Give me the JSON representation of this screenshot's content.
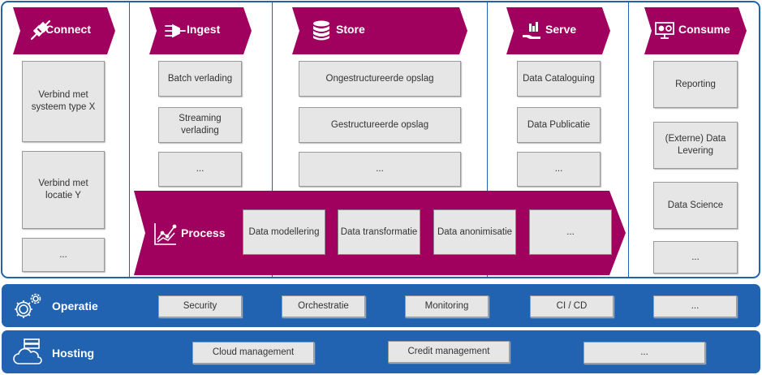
{
  "colors": {
    "accent": "#a0005e",
    "band": "#2163b0",
    "box": "#e6e6e6"
  },
  "columns": [
    {
      "title": "Connect",
      "icon": "plug-icon",
      "items": [
        "Verbind met systeem type X",
        "Verbind met locatie Y",
        "..."
      ]
    },
    {
      "title": "Ingest",
      "icon": "ingest-icon",
      "items": [
        "Batch verlading",
        "Streaming verlading",
        "..."
      ]
    },
    {
      "title": "Store",
      "icon": "database-icon",
      "items": [
        "Ongestructureerde opslag",
        "Gestructureerde opslag",
        "..."
      ]
    },
    {
      "title": "Serve",
      "icon": "serve-icon",
      "items": [
        "Data Cataloguing",
        "Data Publicatie",
        "..."
      ]
    },
    {
      "title": "Consume",
      "icon": "consume-icon",
      "items": [
        "Reporting",
        "(Externe) Data Levering",
        "Data Science",
        "..."
      ]
    }
  ],
  "process": {
    "title": "Process",
    "icon": "chart-icon",
    "items": [
      "Data modellering",
      "Data transformatie",
      "Data anonimisatie",
      "..."
    ]
  },
  "operatie": {
    "title": "Operatie",
    "icon": "gears-icon",
    "items": [
      "Security",
      "Orchestratie",
      "Monitoring",
      "CI / CD",
      "..."
    ]
  },
  "hosting": {
    "title": "Hosting",
    "icon": "cloud-server-icon",
    "items": [
      "Cloud management",
      "Credit management",
      "..."
    ]
  }
}
